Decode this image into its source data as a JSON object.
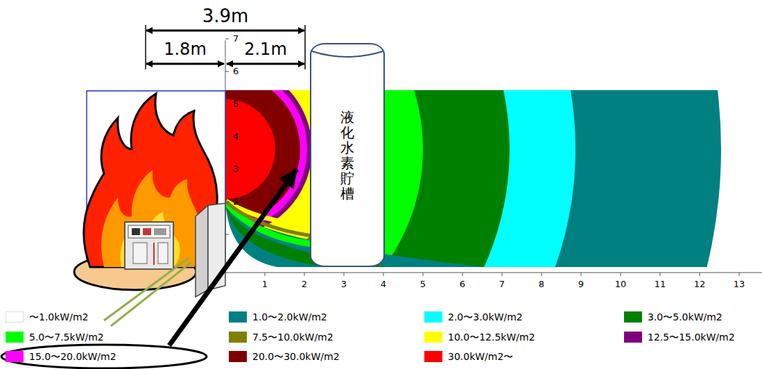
{
  "diagram": {
    "nodes": [
      {
        "text": [
          "液化水素貯槽"
        ]
      }
    ],
    "labels": [
      "3.9m",
      "1.8m",
      "2.1m",
      "7",
      "6",
      "5",
      "4",
      "3",
      "2",
      "1",
      "2",
      "3",
      "4",
      "5",
      "6",
      "7",
      "8",
      "9",
      "10",
      "11",
      "12",
      "13"
    ],
    "legend": [
      {
        "text": "〜1.0kW/m2",
        "color": "#ffffff"
      },
      {
        "text": "1.0〜2.0kW/m2",
        "color": "#008080"
      },
      {
        "text": "2.0〜3.0kW/m2",
        "color": "#00ffff"
      },
      {
        "text": "3.0〜5.0kW/m2",
        "color": "#008000"
      },
      {
        "text": "5.0〜7.5kW/m2",
        "color": "#00ff00"
      },
      {
        "text": "7.5〜10.0kW/m2",
        "color": "#808000"
      },
      {
        "text": "10.0〜12.5kW/m2",
        "color": "#ffff00"
      },
      {
        "text": "12.5〜15.0kW/m2",
        "color": "#800080"
      },
      {
        "text": "15.0〜20.0kW/m2",
        "color": "#ff00ff"
      },
      {
        "text": "20.0〜30.0kW/m2",
        "color": "#800000"
      },
      {
        "text": "30.0kW/m2〜",
        "color": "#ff0000"
      }
    ]
  }
}
